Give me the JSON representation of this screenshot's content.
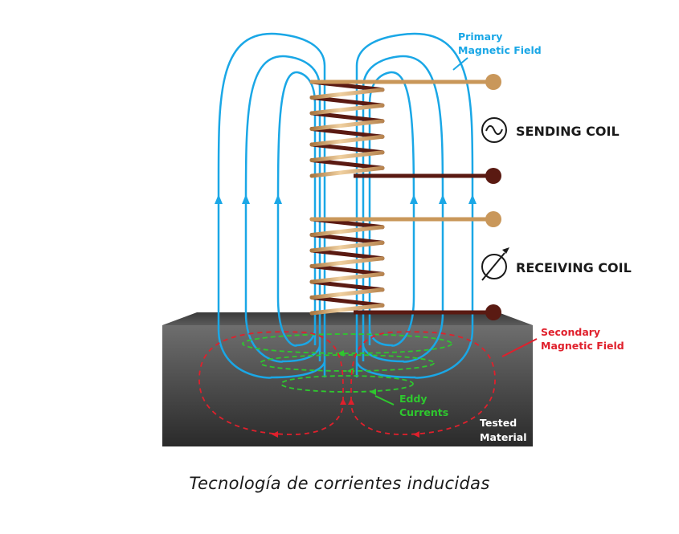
{
  "diagram": {
    "labels": {
      "primary_field": [
        "Primary",
        "Magnetic Field"
      ],
      "sending_coil": "SENDING COIL",
      "receiving_coil": "RECEIVING COIL",
      "secondary_field": [
        "Secondary",
        "Magnetic Field"
      ],
      "eddy_currents": [
        "Eddy",
        "Currents"
      ],
      "tested_material": [
        "Tested",
        "Material"
      ]
    },
    "icons": {
      "sending": "ac-source-icon",
      "receiving": "meter-icon"
    },
    "colors": {
      "primary_field": "#1aa7e6",
      "secondary_field": "#e0202c",
      "eddy_currents": "#2ec82e",
      "coil_light": "#c9975a",
      "coil_dark": "#5a1a12",
      "material": "#4a4a4a",
      "text": "#1a1a1a"
    }
  },
  "caption": "Tecnología de corrientes inducidas"
}
